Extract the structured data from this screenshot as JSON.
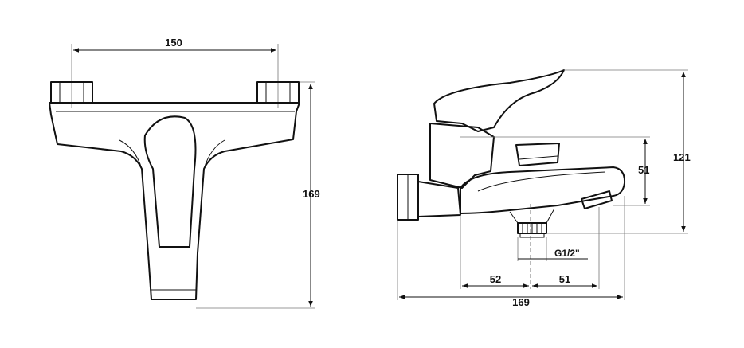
{
  "dimensions": {
    "front_width": "150",
    "front_height": "169",
    "side_height_total": "121",
    "side_height_spout": "51",
    "side_left_offset": "52",
    "side_right_offset": "51",
    "side_total_width": "169",
    "thread_size": "G1/2\""
  },
  "colors": {
    "line": "#111111",
    "background": "#ffffff"
  }
}
